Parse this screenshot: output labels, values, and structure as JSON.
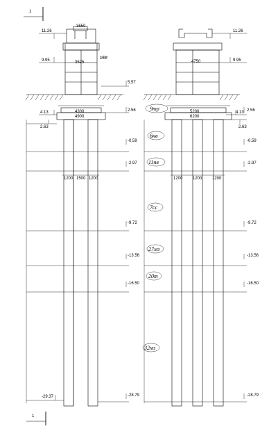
{
  "section_marks": {
    "top": "1",
    "bottom": "1"
  },
  "left_pier": {
    "dims": {
      "cap_top_width": "3650",
      "column_width": "3525",
      "column_offset": "163",
      "footing_top_width": "4300",
      "footing_width": "4900",
      "pile_spacing_1": "1200",
      "pile_spacing_2": "1500",
      "pile_spacing_3": "1200"
    },
    "elevations": {
      "cap_top": "11.26",
      "column_top": "9.95",
      "ground": "5.57",
      "footing_top": "4.13",
      "footing_bottom": "2.63",
      "layer_1": "2.56",
      "layer_2": "-0.59",
      "layer_3": "-2.97",
      "layer_4": "-9.72",
      "layer_5": "-13.56",
      "layer_6": "-16.50",
      "pile_tip": "-29.37",
      "bottom": "-28.79"
    }
  },
  "right_pier": {
    "dims": {
      "column_width": "4750",
      "footing_top_width": "5200",
      "footing_width": "6200",
      "pile_spacing_1": "1200",
      "pile_spacing_2": "1200",
      "pile_spacing_3": "1200"
    },
    "elevations": {
      "cap_top": "11.26",
      "column_top": "9.95",
      "footing_top": "4.13",
      "footing_bottom": "2.63",
      "layer_1": "2.56",
      "layer_2": "-0.59",
      "layer_3": "-2.97",
      "layer_4": "-9.72",
      "layer_5": "-13.56",
      "layer_6": "-16.50",
      "bottom": "-28.79"
    }
  },
  "soil_layers": [
    "9тр",
    "6нв",
    "11нв",
    "7сс",
    "27мз",
    "20т",
    "32мз"
  ]
}
